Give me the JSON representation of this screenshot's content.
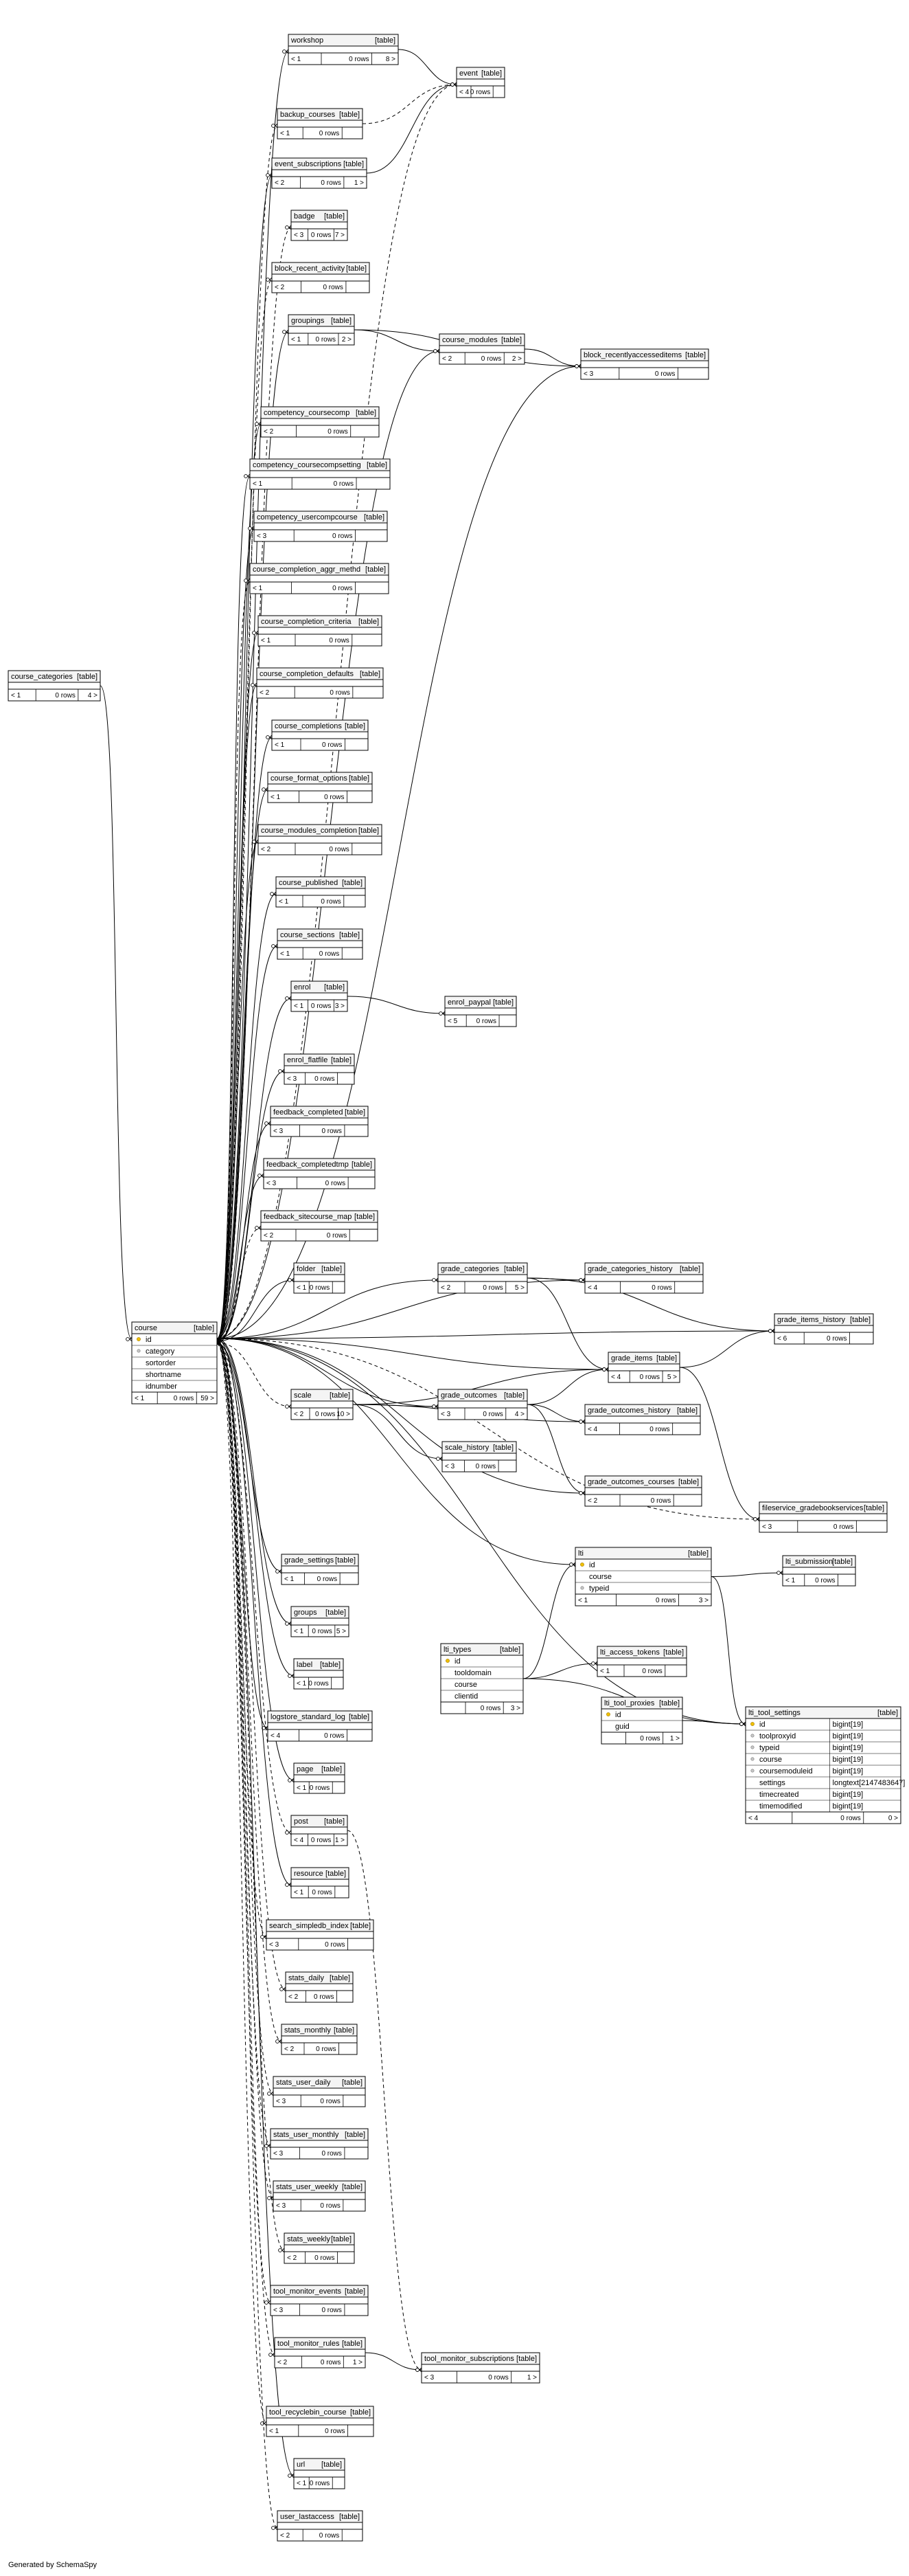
{
  "footer": "Generated by SchemaSpy",
  "kind_label": "[table]",
  "tables": [
    {
      "name": "workshop",
      "cols": [],
      "parents": "< 1",
      "rows": "0 rows",
      "children": "8 >"
    },
    {
      "name": "event",
      "cols": [],
      "parents": "< 4",
      "rows": "0 rows",
      "children": ""
    },
    {
      "name": "backup_courses",
      "cols": [],
      "parents": "< 1",
      "rows": "0 rows",
      "children": ""
    },
    {
      "name": "event_subscriptions",
      "cols": [],
      "parents": "< 2",
      "rows": "0 rows",
      "children": "1 >"
    },
    {
      "name": "badge",
      "cols": [],
      "parents": "< 3",
      "rows": "0 rows",
      "children": "7 >"
    },
    {
      "name": "block_recent_activity",
      "cols": [],
      "parents": "< 2",
      "rows": "0 rows",
      "children": ""
    },
    {
      "name": "groupings",
      "cols": [],
      "parents": "< 1",
      "rows": "0 rows",
      "children": "2 >"
    },
    {
      "name": "course_modules",
      "cols": [],
      "parents": "< 2",
      "rows": "0 rows",
      "children": "2 >"
    },
    {
      "name": "block_recentlyaccesseditems",
      "cols": [],
      "parents": "< 3",
      "rows": "0 rows",
      "children": ""
    },
    {
      "name": "competency_coursecomp",
      "cols": [],
      "parents": "< 2",
      "rows": "0 rows",
      "children": ""
    },
    {
      "name": "competency_coursecompsetting",
      "cols": [],
      "parents": "< 1",
      "rows": "0 rows",
      "children": ""
    },
    {
      "name": "competency_usercompcourse",
      "cols": [],
      "parents": "< 3",
      "rows": "0 rows",
      "children": ""
    },
    {
      "name": "course_completion_aggr_methd",
      "cols": [],
      "parents": "< 1",
      "rows": "0 rows",
      "children": ""
    },
    {
      "name": "course_categories",
      "cols": [],
      "parents": "< 1",
      "rows": "0 rows",
      "children": "4 >"
    },
    {
      "name": "course_completion_criteria",
      "cols": [],
      "parents": "< 1",
      "rows": "0 rows",
      "children": ""
    },
    {
      "name": "course_completion_defaults",
      "cols": [],
      "parents": "< 2",
      "rows": "0 rows",
      "children": ""
    },
    {
      "name": "course_completions",
      "cols": [],
      "parents": "< 1",
      "rows": "0 rows",
      "children": ""
    },
    {
      "name": "course_format_options",
      "cols": [],
      "parents": "< 1",
      "rows": "0 rows",
      "children": ""
    },
    {
      "name": "course_modules_completion",
      "cols": [],
      "parents": "< 2",
      "rows": "0 rows",
      "children": ""
    },
    {
      "name": "course_published",
      "cols": [],
      "parents": "< 1",
      "rows": "0 rows",
      "children": ""
    },
    {
      "name": "course_sections",
      "cols": [],
      "parents": "< 1",
      "rows": "0 rows",
      "children": ""
    },
    {
      "name": "enrol",
      "cols": [],
      "parents": "< 1",
      "rows": "0 rows",
      "children": "3 >"
    },
    {
      "name": "enrol_paypal",
      "cols": [],
      "parents": "< 5",
      "rows": "0 rows",
      "children": ""
    },
    {
      "name": "enrol_flatfile",
      "cols": [],
      "parents": "< 3",
      "rows": "0 rows",
      "children": ""
    },
    {
      "name": "feedback_completed",
      "cols": [],
      "parents": "< 3",
      "rows": "0 rows",
      "children": ""
    },
    {
      "name": "feedback_completedtmp",
      "cols": [],
      "parents": "< 3",
      "rows": "0 rows",
      "children": ""
    },
    {
      "name": "feedback_sitecourse_map",
      "cols": [],
      "parents": "< 2",
      "rows": "0 rows",
      "children": ""
    },
    {
      "name": "folder",
      "cols": [],
      "parents": "< 1",
      "rows": "0 rows",
      "children": ""
    },
    {
      "name": "grade_categories",
      "cols": [],
      "parents": "< 2",
      "rows": "0 rows",
      "children": "5 >"
    },
    {
      "name": "grade_categories_history",
      "cols": [],
      "parents": "< 4",
      "rows": "0 rows",
      "children": ""
    },
    {
      "name": "grade_items_history",
      "cols": [],
      "parents": "< 6",
      "rows": "0 rows",
      "children": ""
    },
    {
      "name": "course",
      "cols": [
        {
          "n": "id",
          "k": "pk"
        },
        {
          "n": "category",
          "k": "fk"
        },
        {
          "n": "sortorder",
          "k": ""
        },
        {
          "n": "shortname",
          "k": ""
        },
        {
          "n": "idnumber",
          "k": ""
        }
      ],
      "parents": "< 1",
      "rows": "0 rows",
      "children": "59 >"
    },
    {
      "name": "grade_items",
      "cols": [],
      "parents": "< 4",
      "rows": "0 rows",
      "children": "5 >"
    },
    {
      "name": "scale",
      "cols": [],
      "parents": "< 2",
      "rows": "0 rows",
      "children": "10 >"
    },
    {
      "name": "grade_outcomes",
      "cols": [],
      "parents": "< 3",
      "rows": "0 rows",
      "children": "4 >"
    },
    {
      "name": "grade_outcomes_history",
      "cols": [],
      "parents": "< 4",
      "rows": "0 rows",
      "children": ""
    },
    {
      "name": "scale_history",
      "cols": [],
      "parents": "< 3",
      "rows": "0 rows",
      "children": ""
    },
    {
      "name": "grade_outcomes_courses",
      "cols": [],
      "parents": "< 2",
      "rows": "0 rows",
      "children": ""
    },
    {
      "name": "fileservice_gradebookservices",
      "cols": [],
      "parents": "< 3",
      "rows": "0 rows",
      "children": ""
    },
    {
      "name": "lti",
      "cols": [
        {
          "n": "id",
          "k": "pk"
        },
        {
          "n": "course",
          "k": ""
        },
        {
          "n": "typeid",
          "k": "fk"
        }
      ],
      "parents": "< 1",
      "rows": "0 rows",
      "children": "3 >"
    },
    {
      "name": "lti_submission",
      "cols": [],
      "parents": "< 1",
      "rows": "0 rows",
      "children": ""
    },
    {
      "name": "grade_settings",
      "cols": [],
      "parents": "< 1",
      "rows": "0 rows",
      "children": ""
    },
    {
      "name": "groups",
      "cols": [],
      "parents": "< 1",
      "rows": "0 rows",
      "children": "5 >"
    },
    {
      "name": "lti_types",
      "cols": [
        {
          "n": "id",
          "k": "pk"
        },
        {
          "n": "tooldomain",
          "k": ""
        },
        {
          "n": "course",
          "k": ""
        },
        {
          "n": "clientid",
          "k": ""
        }
      ],
      "parents": "",
      "rows": "0 rows",
      "children": "3 >"
    },
    {
      "name": "lti_access_tokens",
      "cols": [],
      "parents": "< 1",
      "rows": "0 rows",
      "children": ""
    },
    {
      "name": "label",
      "cols": [],
      "parents": "< 1",
      "rows": "0 rows",
      "children": ""
    },
    {
      "name": "lti_tool_proxies",
      "cols": [
        {
          "n": "id",
          "k": "pk"
        },
        {
          "n": "guid",
          "k": ""
        }
      ],
      "parents": "",
      "rows": "0 rows",
      "children": "1 >"
    },
    {
      "name": "lti_tool_settings",
      "cols": [
        {
          "n": "id",
          "k": "pk",
          "t": "bigint[19]"
        },
        {
          "n": "toolproxyid",
          "k": "fk",
          "t": "bigint[19]"
        },
        {
          "n": "typeid",
          "k": "fk",
          "t": "bigint[19]"
        },
        {
          "n": "course",
          "k": "fk",
          "t": "bigint[19]"
        },
        {
          "n": "coursemoduleid",
          "k": "fk",
          "t": "bigint[19]"
        },
        {
          "n": "settings",
          "k": "",
          "t": "longtext[2147483647]"
        },
        {
          "n": "timecreated",
          "k": "",
          "t": "bigint[19]"
        },
        {
          "n": "timemodified",
          "k": "",
          "t": "bigint[19]"
        }
      ],
      "parents": "< 4",
      "rows": "0 rows",
      "children": "0 >"
    },
    {
      "name": "logstore_standard_log",
      "cols": [],
      "parents": "< 4",
      "rows": "0 rows",
      "children": ""
    },
    {
      "name": "page",
      "cols": [],
      "parents": "< 1",
      "rows": "0 rows",
      "children": ""
    },
    {
      "name": "post",
      "cols": [],
      "parents": "< 4",
      "rows": "0 rows",
      "children": "1 >"
    },
    {
      "name": "resource",
      "cols": [],
      "parents": "< 1",
      "rows": "0 rows",
      "children": ""
    },
    {
      "name": "search_simpledb_index",
      "cols": [],
      "parents": "< 3",
      "rows": "0 rows",
      "children": ""
    },
    {
      "name": "stats_daily",
      "cols": [],
      "parents": "< 2",
      "rows": "0 rows",
      "children": ""
    },
    {
      "name": "stats_monthly",
      "cols": [],
      "parents": "< 2",
      "rows": "0 rows",
      "children": ""
    },
    {
      "name": "stats_user_daily",
      "cols": [],
      "parents": "< 3",
      "rows": "0 rows",
      "children": ""
    },
    {
      "name": "stats_user_monthly",
      "cols": [],
      "parents": "< 3",
      "rows": "0 rows",
      "children": ""
    },
    {
      "name": "stats_user_weekly",
      "cols": [],
      "parents": "< 3",
      "rows": "0 rows",
      "children": ""
    },
    {
      "name": "stats_weekly",
      "cols": [],
      "parents": "< 2",
      "rows": "0 rows",
      "children": ""
    },
    {
      "name": "tool_monitor_events",
      "cols": [],
      "parents": "< 3",
      "rows": "0 rows",
      "children": ""
    },
    {
      "name": "tool_monitor_rules",
      "cols": [],
      "parents": "< 2",
      "rows": "0 rows",
      "children": "1 >"
    },
    {
      "name": "tool_monitor_subscriptions",
      "cols": [],
      "parents": "< 3",
      "rows": "0 rows",
      "children": "1 >"
    },
    {
      "name": "tool_recyclebin_course",
      "cols": [],
      "parents": "< 1",
      "rows": "0 rows",
      "children": ""
    },
    {
      "name": "url",
      "cols": [],
      "parents": "< 1",
      "rows": "0 rows",
      "children": ""
    },
    {
      "name": "user_lastaccess",
      "cols": [],
      "parents": "< 2",
      "rows": "0 rows",
      "children": ""
    }
  ]
}
